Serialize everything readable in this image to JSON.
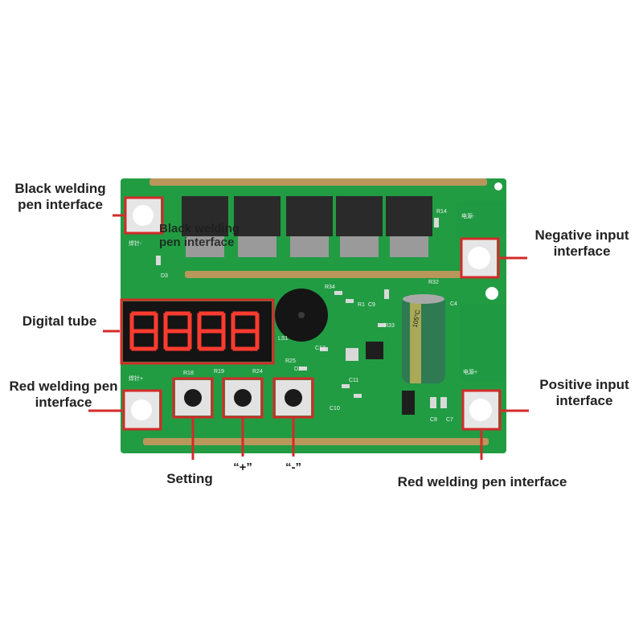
{
  "colors": {
    "pcb": "#23a247",
    "pcb_dark": "#1a8a39",
    "rail": "#b9975b",
    "callout": "#d42a2a",
    "label_text": "#222222",
    "display_red": "#ff3b30"
  },
  "labels": {
    "black_pen_left": "Black welding\npen interface",
    "black_pen_overlay": "Black welding\npen interface",
    "negative_input": "Negative input\ninterface",
    "digital_tube": "Digital tube",
    "red_pen_left": "Red welding pen\ninterface",
    "positive_input": "Positive input\ninterface",
    "setting": "Setting",
    "plus": "“+”",
    "minus": "“-”",
    "red_pen_bottom": "Red welding pen interface"
  },
  "board_markings": {
    "power_top": "电源-",
    "power_bottom": "电源+",
    "pen_top": "焊针-",
    "pen_bottom": "焊针+",
    "r14": "R14",
    "r34": "R34",
    "r1": "R1",
    "c9": "C9",
    "r33": "R33",
    "c4": "C4",
    "r25": "R25",
    "d2": "D2",
    "c12": "C12",
    "c11": "C11",
    "c10": "C10",
    "c8": "C8",
    "c7": "C7",
    "ls1": "LS1",
    "r18": "R18",
    "r19": "R19",
    "r24": "R24",
    "d3": "D3",
    "r32": "R32",
    "cap_rating": "105°C"
  }
}
